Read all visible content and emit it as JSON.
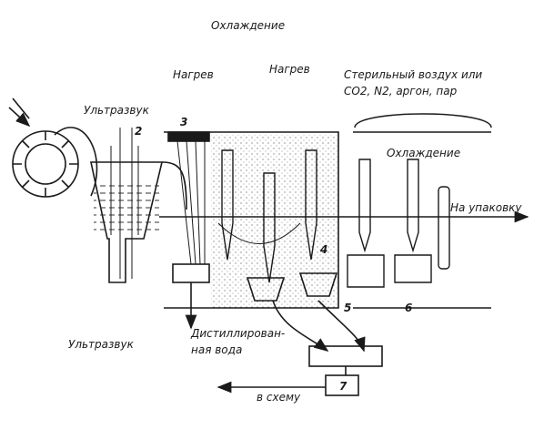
{
  "labels": {
    "cooling_top": "Охлаждение",
    "heating_left": "Нагрев",
    "heating_right": "Нагрев",
    "sterile_gas_line1": "Стерильный воздух или",
    "sterile_gas_line2": "CO2, N2, аргон, пар",
    "cooling_right": "Охлаждение",
    "to_packaging": "На упаковку",
    "ultrasound_top": "Ультразвук",
    "ultrasound_bottom": "Ультразвук",
    "distilled_line1": "Дистиллирован-",
    "distilled_line2": "ная вода",
    "to_scheme": "в схему"
  },
  "numbers": {
    "n2": "2",
    "n3": "3",
    "n4": "4",
    "n5": "5",
    "n6": "6",
    "n7": "7"
  },
  "colors": {
    "ink": "#1a1a1a",
    "paper": "#ffffff",
    "stipple": "#555555"
  }
}
